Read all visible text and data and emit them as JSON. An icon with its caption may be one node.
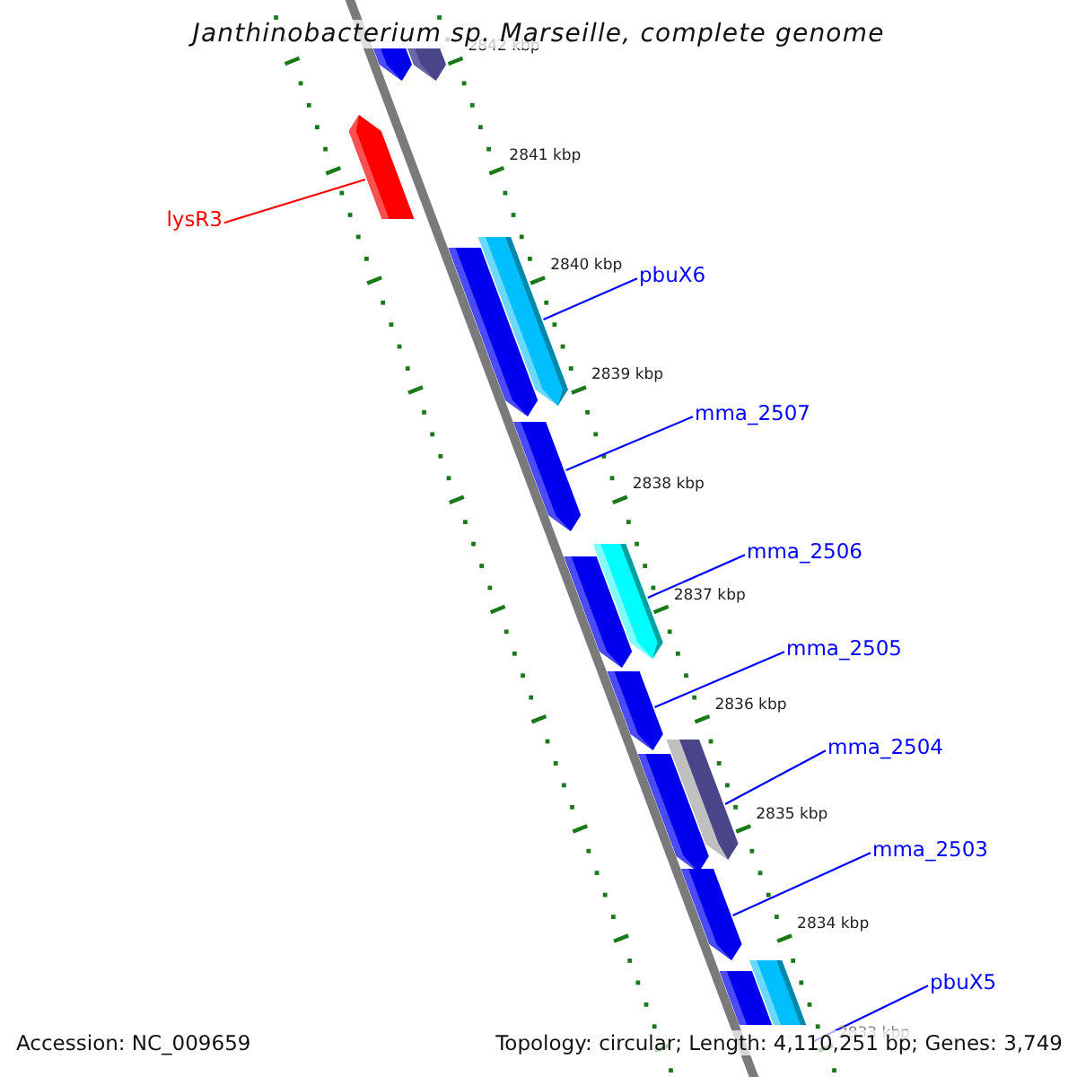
{
  "diagram": {
    "title": "Janthinobacterium sp. Marseille, complete genome",
    "nodes": [
      {
        "text": [],
        "shape": "bar"
      },
      {
        "text": [],
        "shape": "bar"
      },
      {
        "text": [],
        "shape": "bar"
      },
      {
        "text": [],
        "shape": "bar"
      },
      {
        "text": [],
        "shape": "bar"
      },
      {
        "text": [],
        "shape": "bar"
      },
      {
        "text": [],
        "shape": "bar"
      },
      {
        "text": [],
        "shape": "bar"
      },
      {
        "text": [],
        "shape": "bar"
      },
      {
        "text": [],
        "shape": "bar"
      },
      {
        "text": [],
        "shape": "bar"
      },
      {
        "text": [],
        "shape": "bar"
      },
      {
        "text": [],
        "shape": "bar"
      },
      {
        "text": [],
        "shape": "bar"
      },
      {
        "text": [
          "lysR3"
        ]
      },
      {
        "text": [
          "pbuX6"
        ]
      },
      {
        "text": [
          "mma_2507"
        ]
      },
      {
        "text": [
          "mma_2506"
        ]
      },
      {
        "text": [
          "mma_2505"
        ]
      },
      {
        "text": [
          "mma_2504"
        ]
      },
      {
        "text": [
          "mma_2503"
        ]
      },
      {
        "text": [
          "pbuX5"
        ]
      }
    ],
    "edges": [
      {
        "from": 14,
        "to": 2,
        "arrow": "none",
        "color": "#ff0000"
      },
      {
        "from": 15,
        "to": 4,
        "arrow": "none"
      },
      {
        "from": 16,
        "to": 5,
        "arrow": "none"
      },
      {
        "from": 17,
        "to": 7,
        "arrow": "none"
      },
      {
        "from": 18,
        "to": 8,
        "arrow": "none"
      },
      {
        "from": 19,
        "to": 10,
        "arrow": "none"
      },
      {
        "from": 20,
        "to": 11,
        "arrow": "none"
      },
      {
        "from": 21,
        "to": 13,
        "arrow": "none"
      }
    ],
    "labels": [
      "2842 kbp",
      "2841 kbp",
      "2840 kbp",
      "2839 kbp",
      "2838 kbp",
      "2837 kbp",
      "2836 kbp",
      "2835 kbp",
      "2834 kbp",
      "2833 kbp",
      "Accession: NC_009659",
      "Topology: circular; Length: 4,110,251 bp; Genes: 3,749"
    ]
  }
}
